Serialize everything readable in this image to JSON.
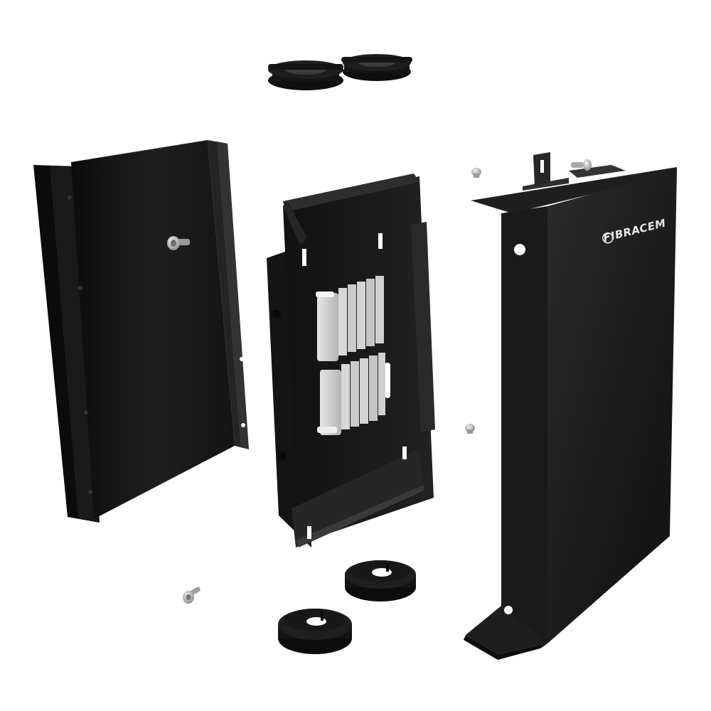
{
  "scene": {
    "brand_label": "FIBRACEM",
    "colors": {
      "background": "#ffffff",
      "steel_black": "#1b1b1b",
      "steel_dark": "#0d0d0d",
      "steel_mid": "#2c2c2c",
      "steel_light": "#3a3a3a",
      "rubber": "#161616",
      "adapter_gray": "#cfcfcf",
      "screw_metal": "#bdbdbd"
    },
    "parts": [
      {
        "id": "rear-panel",
        "kind": "bracket"
      },
      {
        "id": "splice-tray-frame",
        "kind": "frame"
      },
      {
        "id": "front-cover",
        "kind": "enclosure"
      },
      {
        "id": "grommet",
        "count": 4
      },
      {
        "id": "screw",
        "count": 5
      }
    ]
  }
}
